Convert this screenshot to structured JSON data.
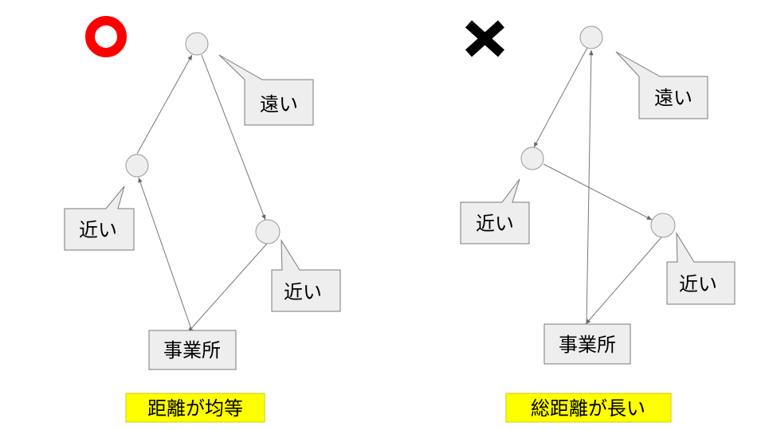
{
  "left_panel": {
    "symbol": "circle-mark",
    "callouts": {
      "top": "遠い",
      "middle_left": "近い",
      "middle_right": "近い"
    },
    "office": "事業所",
    "caption": "距離が均等"
  },
  "right_panel": {
    "symbol": "cross-mark",
    "callouts": {
      "top": "遠い",
      "middle_left": "近い",
      "middle_right": "近い"
    },
    "office": "事業所",
    "caption": "総距離が長い"
  },
  "colors": {
    "good_mark": "#ff0000",
    "bad_mark": "#000000",
    "caption_bg": "#ffff00",
    "box_fill": "#eeeeee",
    "box_border": "#7a7a7a",
    "node_fill": "#eeeeee",
    "edge": "#666666"
  }
}
